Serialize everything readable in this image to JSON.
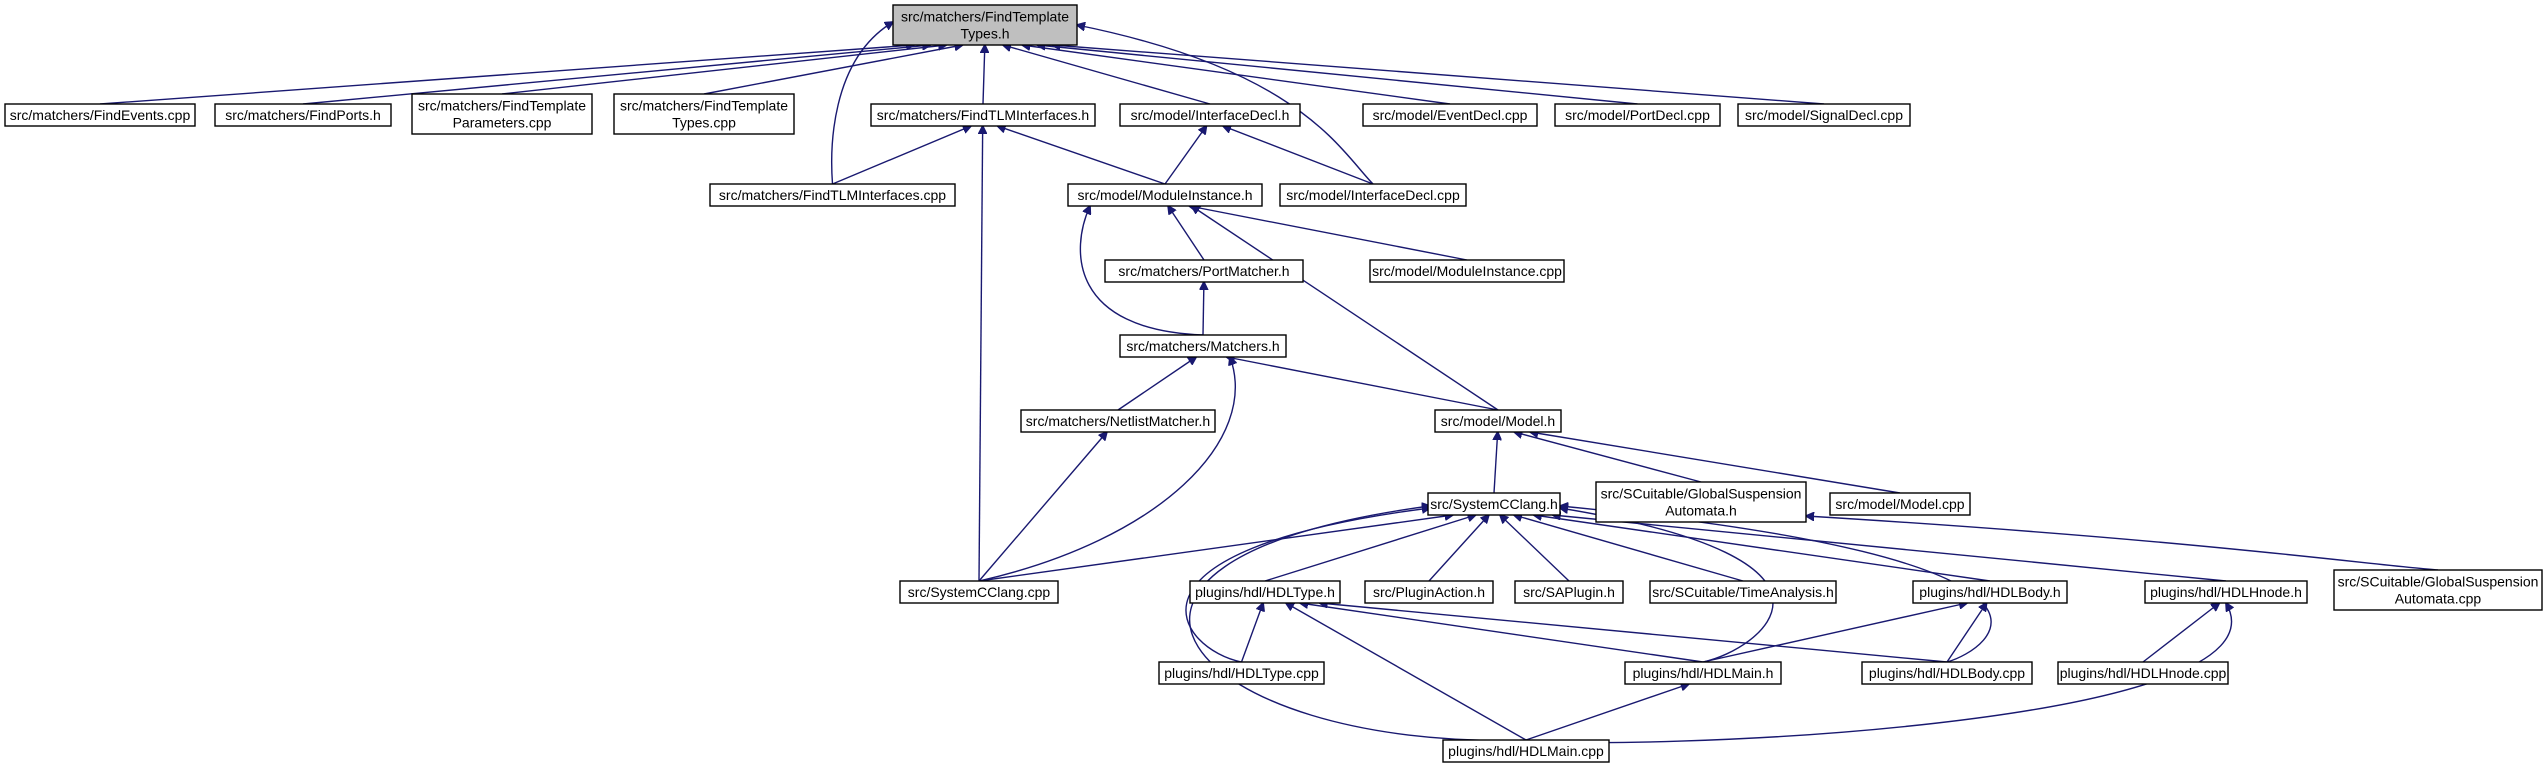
{
  "graph": {
    "colors": {
      "edge": "#191970",
      "root_fill": "#bfbfbf",
      "node_fill": "#ffffff",
      "node_stroke": "#000000"
    },
    "nodes": [
      {
        "id": "root",
        "lines": [
          "src/matchers/FindTemplate",
          "Types.h"
        ],
        "root": true
      },
      {
        "id": "findevents",
        "lines": [
          "src/matchers/FindEvents.cpp"
        ]
      },
      {
        "id": "findports",
        "lines": [
          "src/matchers/FindPorts.h"
        ]
      },
      {
        "id": "findtplparams",
        "lines": [
          "src/matchers/FindTemplate",
          "Parameters.cpp"
        ]
      },
      {
        "id": "findtpltypescpp",
        "lines": [
          "src/matchers/FindTemplate",
          "Types.cpp"
        ]
      },
      {
        "id": "findtlmh",
        "lines": [
          "src/matchers/FindTLMInterfaces.h"
        ]
      },
      {
        "id": "interfacedeclh",
        "lines": [
          "src/model/InterfaceDecl.h"
        ]
      },
      {
        "id": "eventdecl",
        "lines": [
          "src/model/EventDecl.cpp"
        ]
      },
      {
        "id": "portdecl",
        "lines": [
          "src/model/PortDecl.cpp"
        ]
      },
      {
        "id": "signaldecl",
        "lines": [
          "src/model/SignalDecl.cpp"
        ]
      },
      {
        "id": "findtlmcpp",
        "lines": [
          "src/matchers/FindTLMInterfaces.cpp"
        ]
      },
      {
        "id": "moduleinstanceh",
        "lines": [
          "src/model/ModuleInstance.h"
        ]
      },
      {
        "id": "interfacedeclcpp",
        "lines": [
          "src/model/InterfaceDecl.cpp"
        ]
      },
      {
        "id": "portmatcher",
        "lines": [
          "src/matchers/PortMatcher.h"
        ]
      },
      {
        "id": "moduleinstancecpp",
        "lines": [
          "src/model/ModuleInstance.cpp"
        ]
      },
      {
        "id": "matchersh",
        "lines": [
          "src/matchers/Matchers.h"
        ]
      },
      {
        "id": "netlistmatcher",
        "lines": [
          "src/matchers/NetlistMatcher.h"
        ]
      },
      {
        "id": "modelh",
        "lines": [
          "src/model/Model.h"
        ]
      },
      {
        "id": "systemcclangh",
        "lines": [
          "src/SystemCClang.h"
        ]
      },
      {
        "id": "gsah",
        "lines": [
          "src/SCuitable/GlobalSuspension",
          "Automata.h"
        ]
      },
      {
        "id": "modelcpp",
        "lines": [
          "src/model/Model.cpp"
        ]
      },
      {
        "id": "systemcclangcpp",
        "lines": [
          "src/SystemCClang.cpp"
        ]
      },
      {
        "id": "hdltypeh",
        "lines": [
          "plugins/hdl/HDLType.h"
        ]
      },
      {
        "id": "pluginaction",
        "lines": [
          "src/PluginAction.h"
        ]
      },
      {
        "id": "saplugin",
        "lines": [
          "src/SAPlugin.h"
        ]
      },
      {
        "id": "timeanalysis",
        "lines": [
          "src/SCuitable/TimeAnalysis.h"
        ]
      },
      {
        "id": "hdlbodyh",
        "lines": [
          "plugins/hdl/HDLBody.h"
        ]
      },
      {
        "id": "hdlhnodeh",
        "lines": [
          "plugins/hdl/HDLHnode.h"
        ]
      },
      {
        "id": "gsacpp",
        "lines": [
          "src/SCuitable/GlobalSuspension",
          "Automata.cpp"
        ]
      },
      {
        "id": "hdltypecpp",
        "lines": [
          "plugins/hdl/HDLType.cpp"
        ]
      },
      {
        "id": "hdlmainh",
        "lines": [
          "plugins/hdl/HDLMain.h"
        ]
      },
      {
        "id": "hdlbodycpp",
        "lines": [
          "plugins/hdl/HDLBody.cpp"
        ]
      },
      {
        "id": "hdlhnodecpp",
        "lines": [
          "plugins/hdl/HDLHnode.cpp"
        ]
      },
      {
        "id": "hdlmaincpp",
        "lines": [
          "plugins/hdl/HDLMain.cpp"
        ]
      }
    ],
    "edges": [
      [
        "root",
        "findevents"
      ],
      [
        "root",
        "findports"
      ],
      [
        "root",
        "findtplparams"
      ],
      [
        "root",
        "findtpltypescpp"
      ],
      [
        "root",
        "findtlmh"
      ],
      [
        "root",
        "interfacedeclh"
      ],
      [
        "root",
        "eventdecl"
      ],
      [
        "root",
        "portdecl"
      ],
      [
        "root",
        "signaldecl"
      ],
      [
        "root",
        "findtlmcpp"
      ],
      [
        "root",
        "interfacedeclcpp"
      ],
      [
        "findtlmh",
        "findtlmcpp"
      ],
      [
        "findtlmh",
        "moduleinstanceh"
      ],
      [
        "findtlmh",
        "systemcclangcpp"
      ],
      [
        "interfacedeclh",
        "moduleinstanceh"
      ],
      [
        "interfacedeclh",
        "interfacedeclcpp"
      ],
      [
        "moduleinstanceh",
        "portmatcher"
      ],
      [
        "moduleinstanceh",
        "moduleinstancecpp"
      ],
      [
        "moduleinstanceh",
        "matchersh"
      ],
      [
        "moduleinstanceh",
        "modelh"
      ],
      [
        "portmatcher",
        "matchersh"
      ],
      [
        "matchersh",
        "netlistmatcher"
      ],
      [
        "matchersh",
        "modelh"
      ],
      [
        "matchersh",
        "systemcclangcpp"
      ],
      [
        "netlistmatcher",
        "systemcclangcpp"
      ],
      [
        "modelh",
        "systemcclangh"
      ],
      [
        "modelh",
        "gsah"
      ],
      [
        "modelh",
        "modelcpp"
      ],
      [
        "systemcclangh",
        "systemcclangcpp"
      ],
      [
        "systemcclangh",
        "hdltypeh"
      ],
      [
        "systemcclangh",
        "pluginaction"
      ],
      [
        "systemcclangh",
        "saplugin"
      ],
      [
        "systemcclangh",
        "timeanalysis"
      ],
      [
        "systemcclangh",
        "hdlbodyh"
      ],
      [
        "systemcclangh",
        "hdlhnodeh"
      ],
      [
        "systemcclangh",
        "hdltypecpp"
      ],
      [
        "systemcclangh",
        "hdlmainh"
      ],
      [
        "systemcclangh",
        "hdlbodycpp"
      ],
      [
        "systemcclangh",
        "hdlmaincpp"
      ],
      [
        "gsah",
        "gsacpp"
      ],
      [
        "hdltypeh",
        "hdltypecpp"
      ],
      [
        "hdltypeh",
        "hdlmainh"
      ],
      [
        "hdltypeh",
        "hdlbodycpp"
      ],
      [
        "hdltypeh",
        "hdlmaincpp"
      ],
      [
        "hdlbodyh",
        "hdlmainh"
      ],
      [
        "hdlbodyh",
        "hdlbodycpp"
      ],
      [
        "hdlhnodeh",
        "hdlhnodecpp"
      ],
      [
        "hdlhnodeh",
        "hdlmaincpp"
      ],
      [
        "hdlmainh",
        "hdlmaincpp"
      ]
    ]
  }
}
